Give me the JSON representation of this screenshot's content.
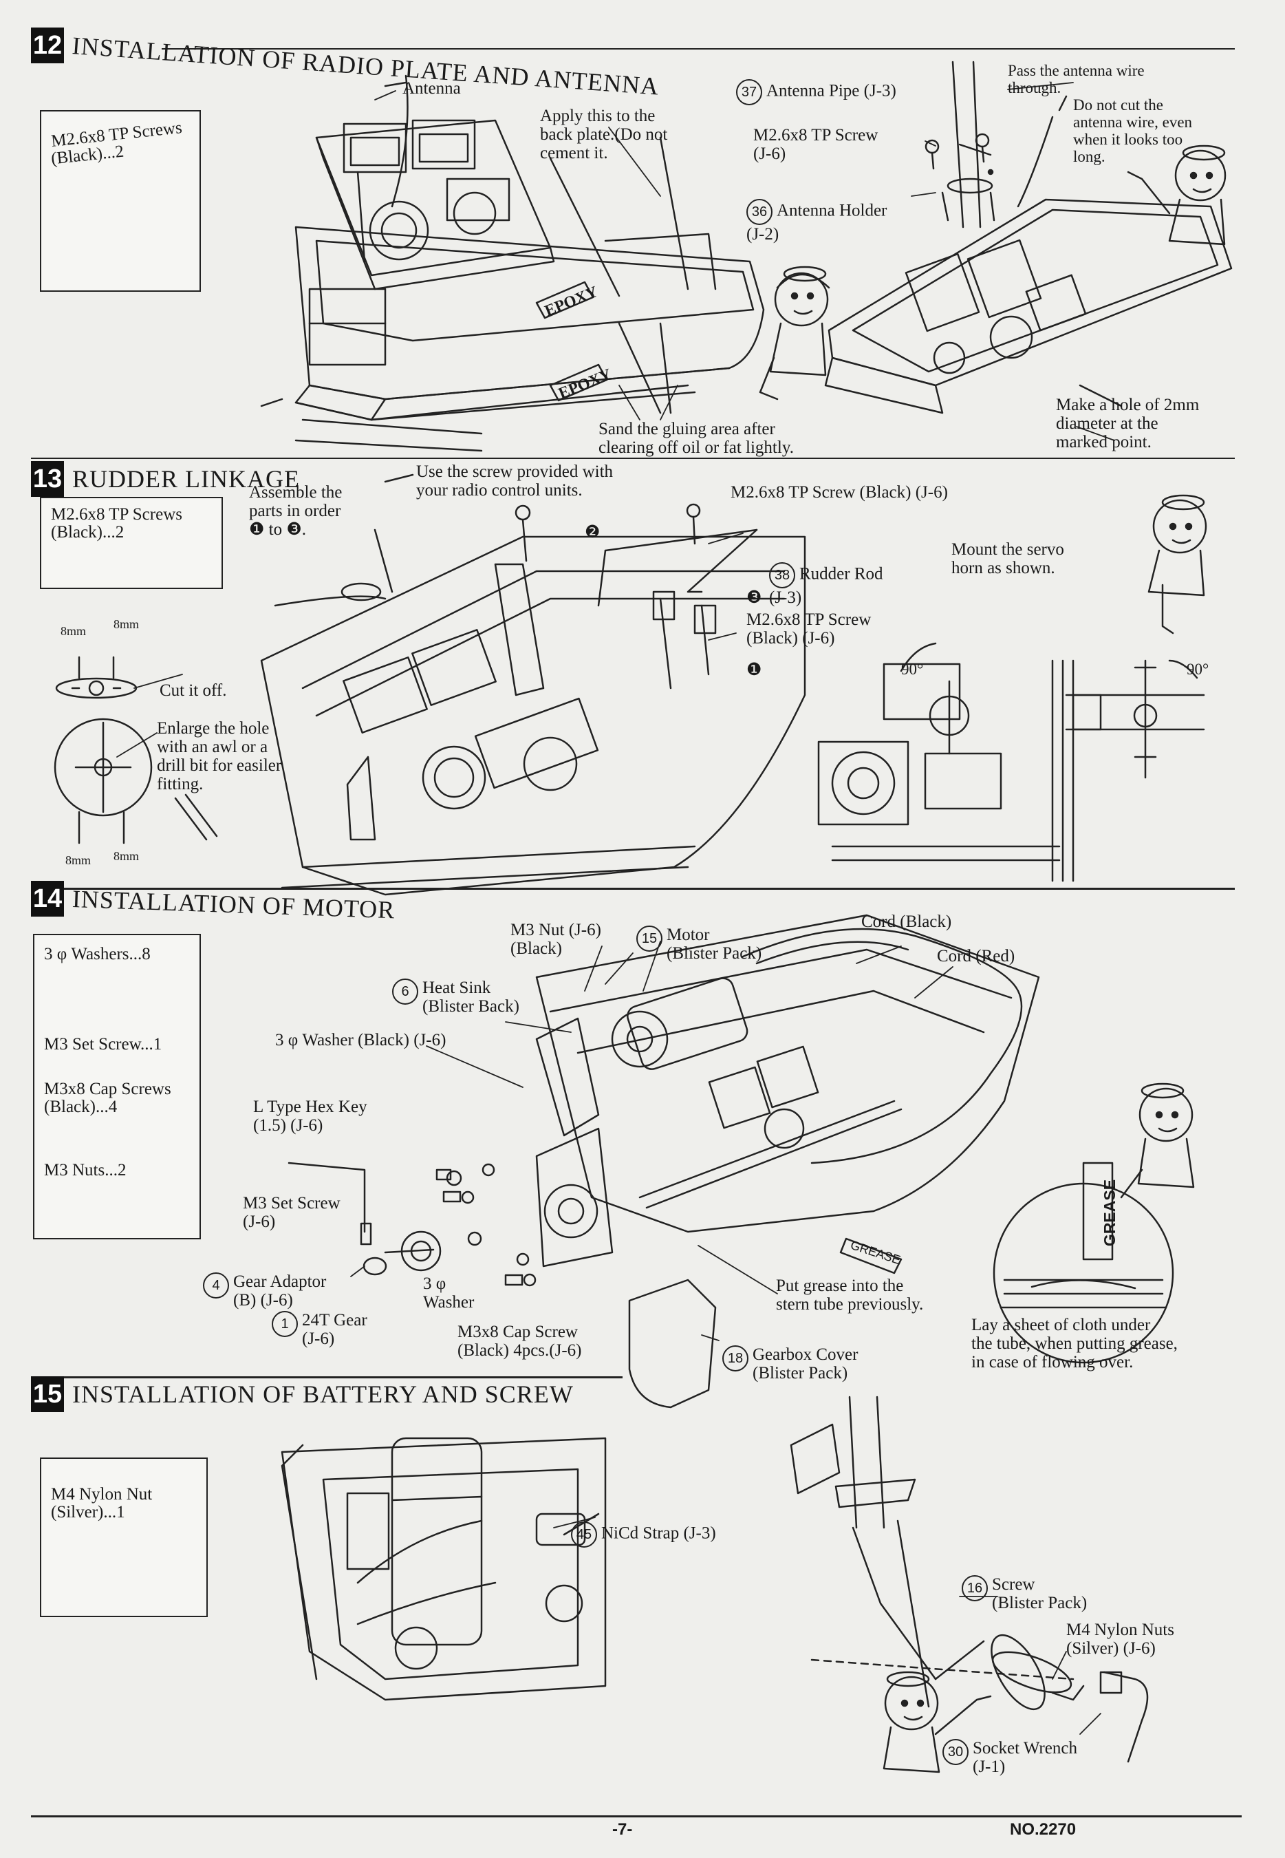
{
  "steps": [
    {
      "number": "12",
      "title": "INSTALLATION OF RADIO PLATE AND ANTENNA"
    },
    {
      "number": "13",
      "title": "RUDDER LINKAGE"
    },
    {
      "number": "14",
      "title": "INSTALLATION OF MOTOR"
    },
    {
      "number": "15",
      "title": "INSTALLATION OF BATTERY AND SCREW"
    }
  ],
  "step12": {
    "parts_box": [
      "M2.6x8 TP Screws",
      "(Black)...2"
    ],
    "labels": {
      "antenna": "Antenna",
      "apply": "Apply this to the\nback plate.(Do not\ncement it.",
      "antenna_pipe_no": "37",
      "antenna_pipe": "Antenna Pipe  (J-3)",
      "pass_wire": "Pass the antenna wire\nthrough.",
      "do_not_cut": "Do not cut the\nantenna wire, even\nwhen it looks too\nlong.",
      "tp_screw": "M2.6x8  TP  Screw\n(J-6)",
      "holder_no": "36",
      "holder": "Antenna Holder\n(J-2)",
      "sand": "Sand  the  gluing  area  after\nclearing  off  oil  or  fat  lightly.",
      "make_hole": "Make a hole of 2mm\ndiameter  at  the\nmarked  point.",
      "epoxy": "EPOXY"
    }
  },
  "step13": {
    "parts_box": [
      "M2.6x8 TP Screws",
      "(Black)...2"
    ],
    "labels": {
      "assemble": "Assemble  the\nparts in order\n❶ to ❸.",
      "use_screw": "Use  the  screw  provided  with\nyour  radio  control  units.",
      "tp_black": "M2.6x8  TP  Screw  (Black)  (J-6)",
      "rudder_no": "38",
      "rudder_rod": "Rudder  Rod\n(J-3)",
      "mount_servo": "Mount  the  servo\nhorn  as  shown.",
      "tp_screw2": "M2.6x8  TP  Screw\n(Black)  (J-6)",
      "cut_off": "Cut  it  off.",
      "enlarge": "Enlarge  the  hole\nwith  an  awl  or  a\ndrill  bit  for  easiler\nfitting.",
      "dim_8mm": "8mm",
      "deg_90_left": "90°",
      "deg_90_right": "90°",
      "mark_1": "❶",
      "mark_2": "❷",
      "mark_3": "❸"
    }
  },
  "step14": {
    "parts_box": [
      "3 φ  Washers...8",
      "M3  Set  Screw...1",
      "M3x8  Cap  Screws",
      "(Black)...4",
      "M3  Nuts...2"
    ],
    "labels": {
      "m3nut": "M3  Nut  (J-6)\n(Black)",
      "motor_no": "15",
      "motor": "Motor\n(Blister  Pack)",
      "cord_black": "Cord  (Black)",
      "cord_red": "Cord  (Red)",
      "heatsink_no": "6",
      "heatsink": "Heat  Sink\n(Blister  Back)",
      "washer_black": "3 φ  Washer  (Black)  (J-6)",
      "hexkey": "L  Type  Hex  Key\n(1.5)  (J-6)",
      "setscrew": "M3  Set  Screw\n(J-6)",
      "adaptor_no": "4",
      "adaptor": "Gear  Adaptor\n(B)  (J-6)",
      "gear_no": "1",
      "gear": "24T  Gear\n(J-6)",
      "washer": "3 φ\nWasher",
      "capscrew": "M3x8  Cap  Screw\n(Black)  4pcs.(J-6)",
      "cover_no": "18",
      "cover": "Gearbox  Cover\n(Blister  Pack)",
      "put_grease": "Put  grease  into  the\nstern  tube  previously.",
      "lay_cloth": "Lay  a  sheet  of  cloth  under\nthe  tube,  when  putting  grease,\nin  case  of  flowing  over.",
      "grease": "GREASE"
    }
  },
  "step15": {
    "parts_box": [
      "M4  Nylon  Nut",
      "(Silver)...1"
    ],
    "labels": {
      "strap_no": "45",
      "strap": "NiCd  Strap  (J-3)",
      "screw_no": "16",
      "screw": "Screw\n(Blister  Pack)",
      "nylon_nuts": "M4  Nylon  Nuts\n(Silver)  (J-6)",
      "wrench_no": "30",
      "wrench": "Socket  Wrench\n(J-1)"
    }
  },
  "footer": {
    "page": "-7-",
    "number": "NO.2270"
  }
}
